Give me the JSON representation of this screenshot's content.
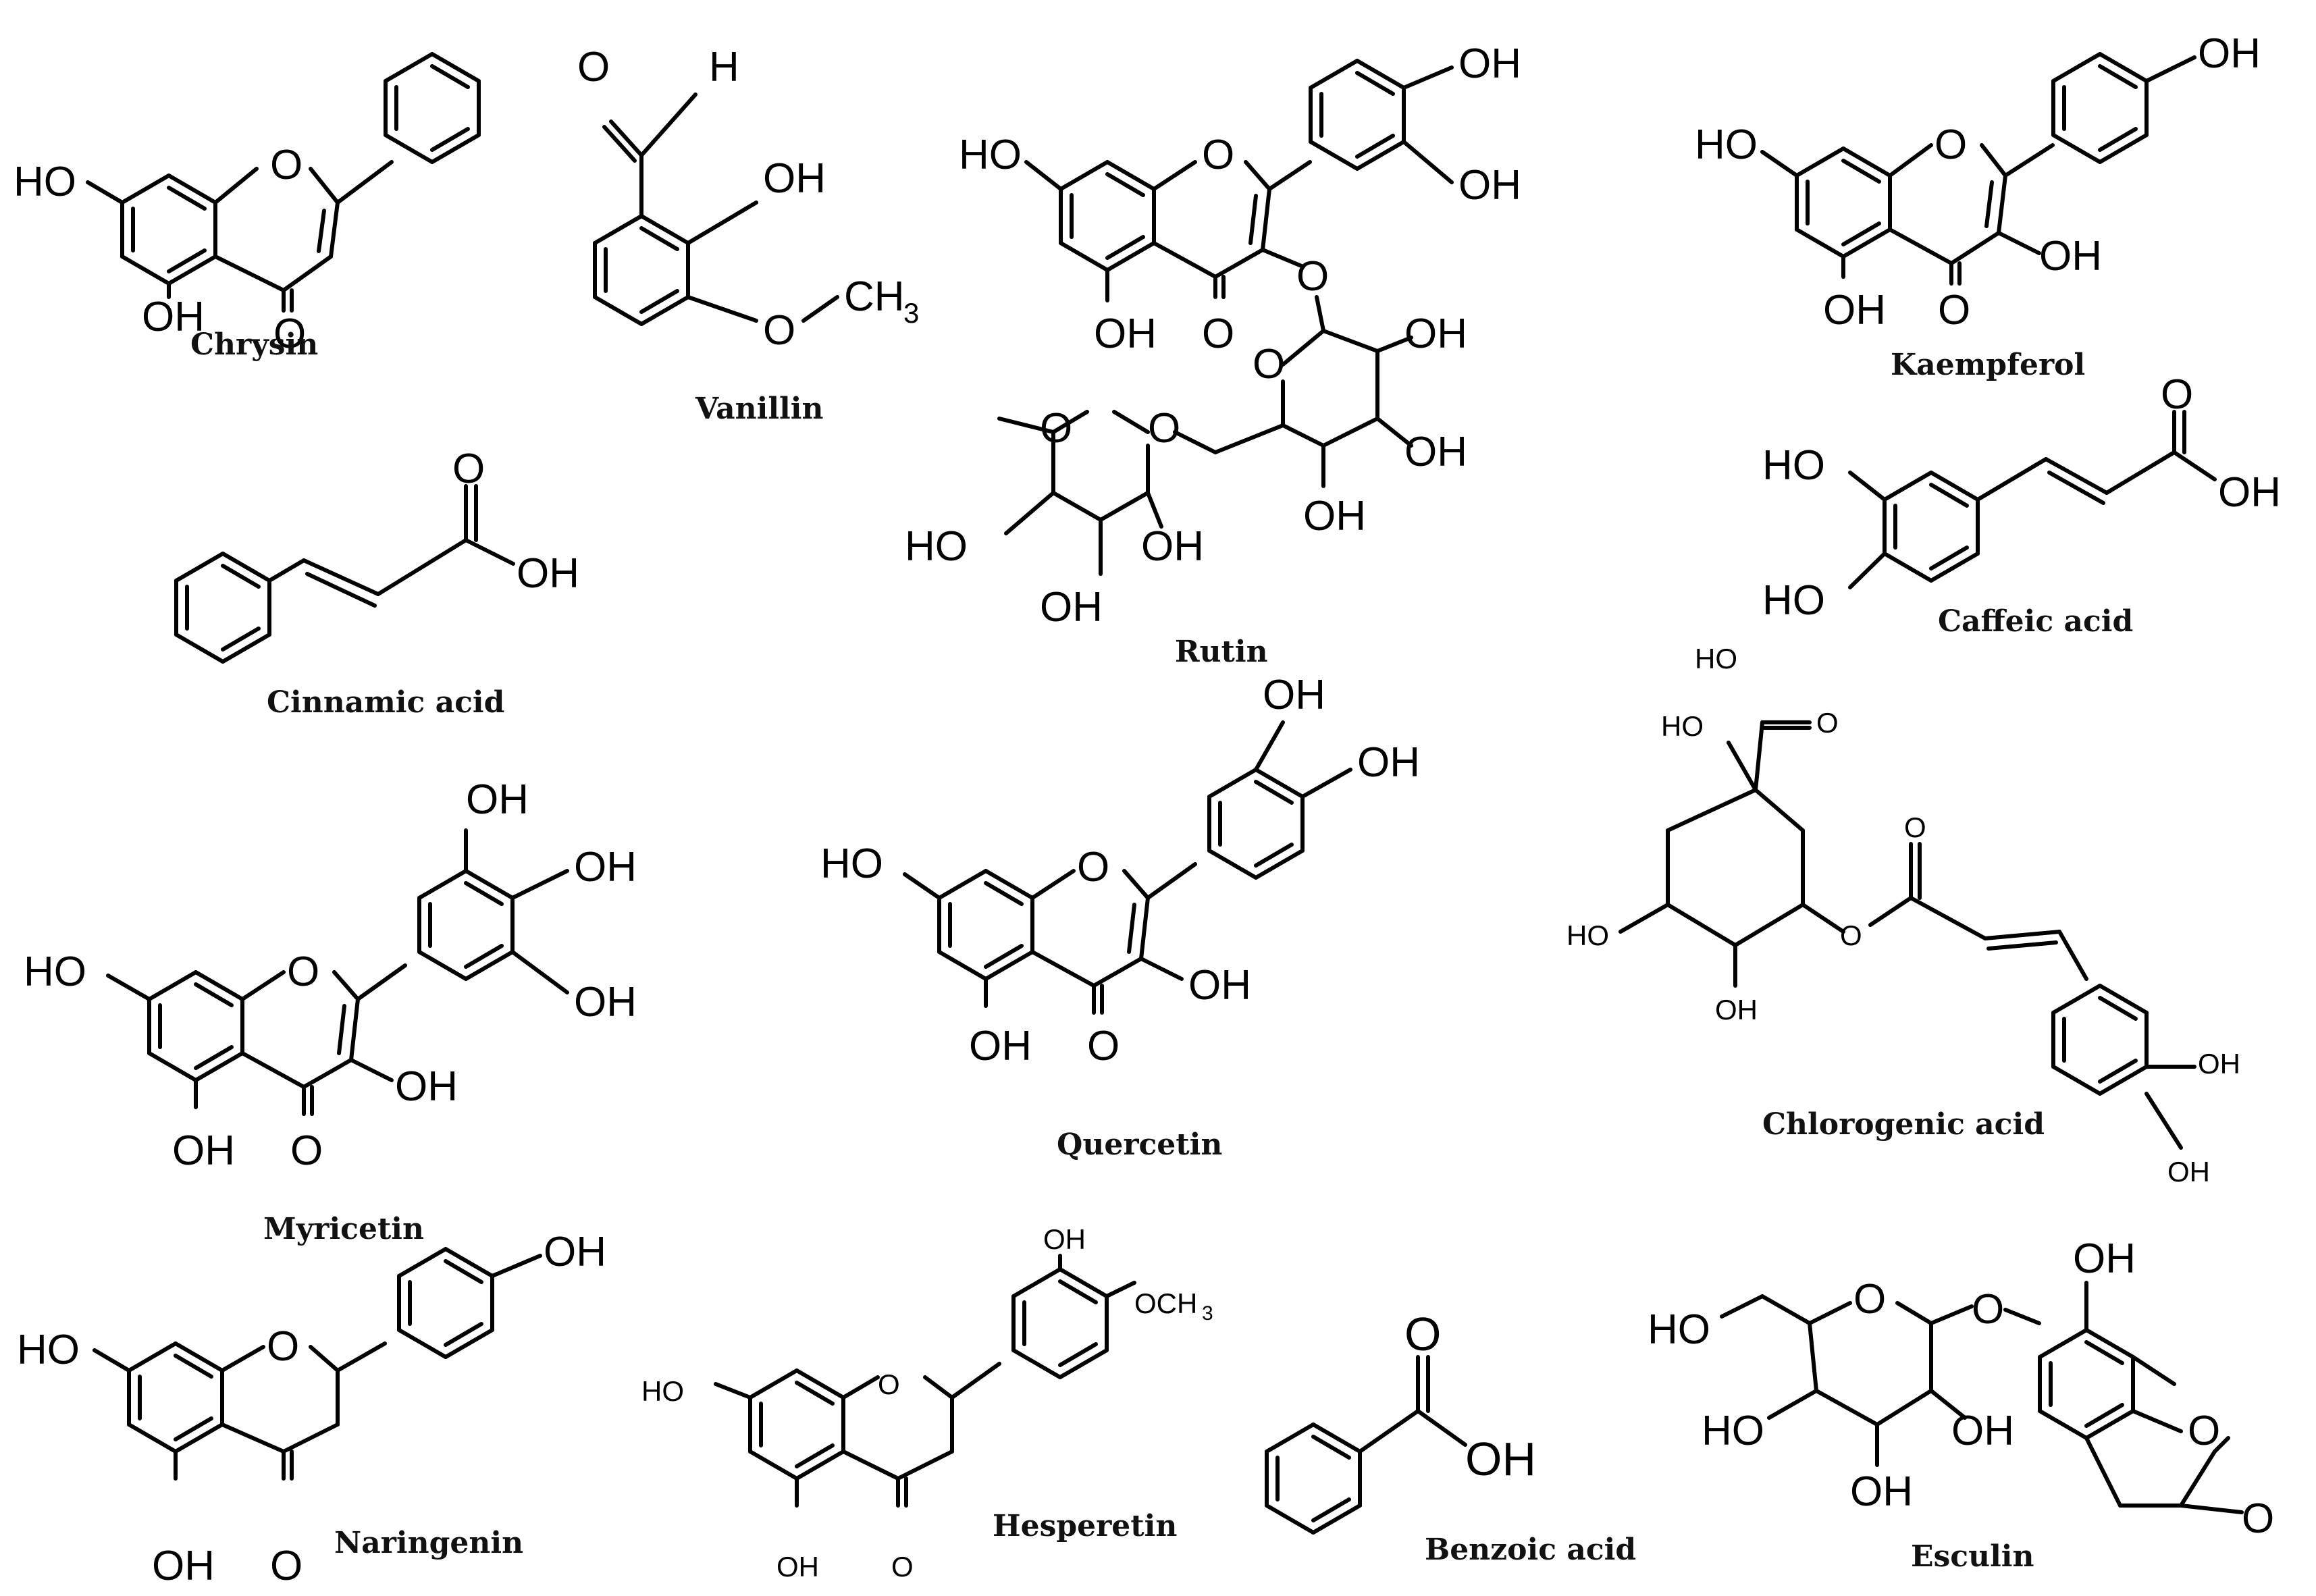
{
  "compounds": {
    "chrysin": {
      "name": "Chrysin"
    },
    "vanillin": {
      "name": "Vanillin"
    },
    "rutin": {
      "name": "Rutin"
    },
    "kaempferol": {
      "name": "Kaempferol"
    },
    "cinnamic_acid": {
      "name": "Cinnamic acid"
    },
    "caffeic_acid": {
      "name": "Caffeic acid"
    },
    "myricetin": {
      "name": "Myricetin"
    },
    "quercetin": {
      "name": "Quercetin"
    },
    "chlorogenic_acid": {
      "name": "Chlorogenic acid"
    },
    "naringenin": {
      "name": "Naringenin"
    },
    "hesperetin": {
      "name": "Hesperetin"
    },
    "benzoic_acid": {
      "name": "Benzoic acid"
    },
    "esculin": {
      "name": "Esculin"
    }
  },
  "atoms": {
    "oh": "OH",
    "ho": "HO",
    "o": "O",
    "h": "H",
    "ch3": "CH",
    "ch3_sub": "3",
    "och3": "OCH",
    "och3_sub": "3"
  }
}
